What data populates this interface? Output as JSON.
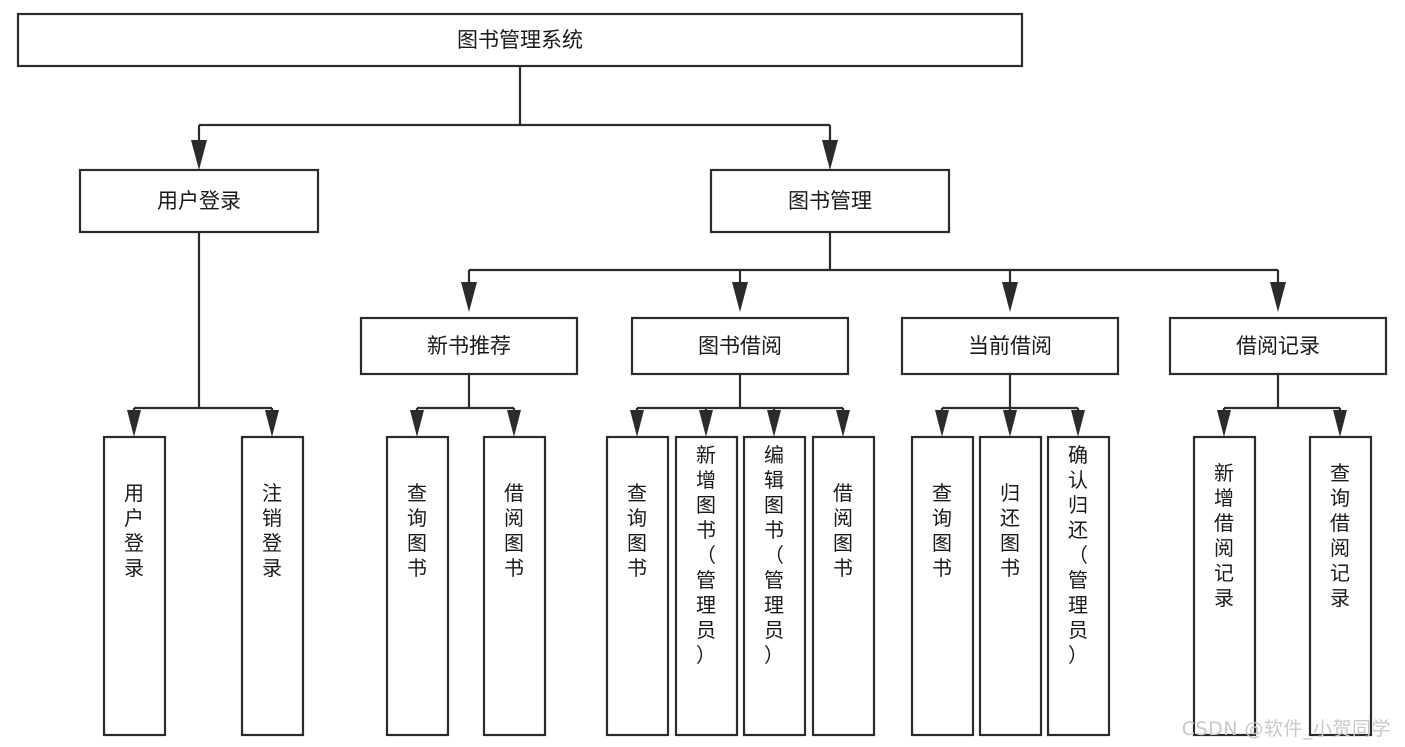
{
  "diagram": {
    "type": "tree",
    "title": "图书管理系统",
    "orientation": "top-down",
    "root": {
      "id": "root",
      "label": "图书管理系统"
    },
    "level1": [
      {
        "id": "user-login",
        "label": "用户登录"
      },
      {
        "id": "book-manage",
        "label": "图书管理"
      }
    ],
    "level2": [
      {
        "id": "new-book-recommend",
        "label": "新书推荐",
        "parent": "book-manage"
      },
      {
        "id": "book-borrow",
        "label": "图书借阅",
        "parent": "book-manage"
      },
      {
        "id": "current-borrow",
        "label": "当前借阅",
        "parent": "book-manage"
      },
      {
        "id": "borrow-record",
        "label": "借阅记录",
        "parent": "book-manage"
      }
    ],
    "leaves": [
      {
        "id": "leaf-user-login",
        "label": "用户登录",
        "parent": "user-login"
      },
      {
        "id": "leaf-logout-login",
        "label": "注销登录",
        "parent": "user-login"
      },
      {
        "id": "leaf-query-book-1",
        "label": "查询图书",
        "parent": "new-book-recommend"
      },
      {
        "id": "leaf-borrow-book-1",
        "label": "借阅图书",
        "parent": "new-book-recommend"
      },
      {
        "id": "leaf-query-book-2",
        "label": "查询图书",
        "parent": "book-borrow"
      },
      {
        "id": "leaf-add-book",
        "label": "新增图书（管理员）",
        "parent": "book-borrow"
      },
      {
        "id": "leaf-edit-book",
        "label": "编辑图书（管理员）",
        "parent": "book-borrow"
      },
      {
        "id": "leaf-borrow-book-2",
        "label": "借阅图书",
        "parent": "book-borrow"
      },
      {
        "id": "leaf-query-book-3",
        "label": "查询图书",
        "parent": "current-borrow"
      },
      {
        "id": "leaf-return-book",
        "label": "归还图书",
        "parent": "current-borrow"
      },
      {
        "id": "leaf-confirm-return",
        "label": "确认归还（管理员）",
        "parent": "current-borrow"
      },
      {
        "id": "leaf-add-record",
        "label": "新增借阅记录",
        "parent": "borrow-record"
      },
      {
        "id": "leaf-query-record",
        "label": "查询借阅记录",
        "parent": "borrow-record"
      }
    ],
    "colors": {
      "box_fill": "#ffffff",
      "box_stroke": "#2b2b2b",
      "connector": "#2b2b2b",
      "text": "#1a1a1a",
      "background": "#ffffff",
      "watermark": "#c9c9c9"
    }
  },
  "watermark": {
    "text": "CSDN @软件_小贺同学"
  }
}
